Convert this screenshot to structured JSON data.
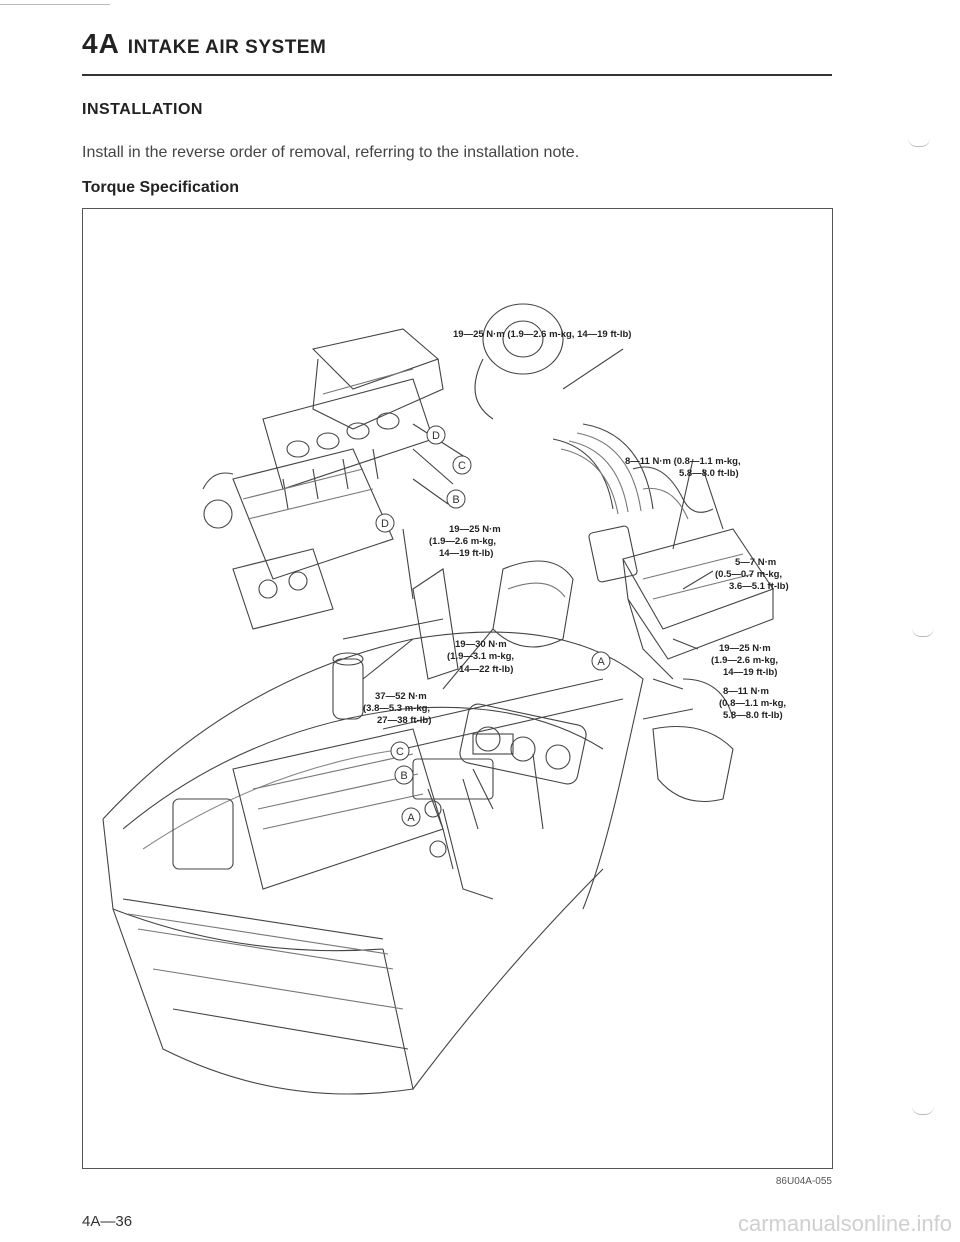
{
  "header": {
    "chapter_number": "4A",
    "chapter_title": "INTAKE AIR SYSTEM"
  },
  "section_title": "INSTALLATION",
  "body_text": "Install in the reverse order of removal, referring to the installation note.",
  "subheading": "Torque Specification",
  "figure": {
    "callouts": [
      "19—25 N·m (1.9—2.6 m-kg, 14—19 ft-lb)",
      "8—11 N·m (0.8—1.1 m-kg,",
      "5.8—8.0 ft-lb)",
      "19—25 N·m",
      "(1.9—2.6 m-kg,",
      "14—19 ft-lb)",
      "5—7 N·m",
      "(0.5—0.7 m-kg,",
      "3.6—5.1 ft-lb)",
      "19—30 N·m",
      "(1.9—3.1 m-kg,",
      "14—22 ft-lb)",
      "37—52 N·m",
      "(3.8—5.3 m-kg,",
      "27—38 ft-lb)",
      "19—25 N·m",
      "(1.9—2.6 m-kg,",
      "14—19 ft-lb)",
      "8—11 N·m",
      "(0.8—1.1 m-kg,",
      "5.8—8.0 ft-lb)"
    ],
    "letters": [
      "D",
      "C",
      "B",
      "D",
      "A",
      "C",
      "B",
      "A"
    ],
    "code": "86U04A-055"
  },
  "page_number": "4A—36",
  "watermark": "carmanualsonline.info"
}
